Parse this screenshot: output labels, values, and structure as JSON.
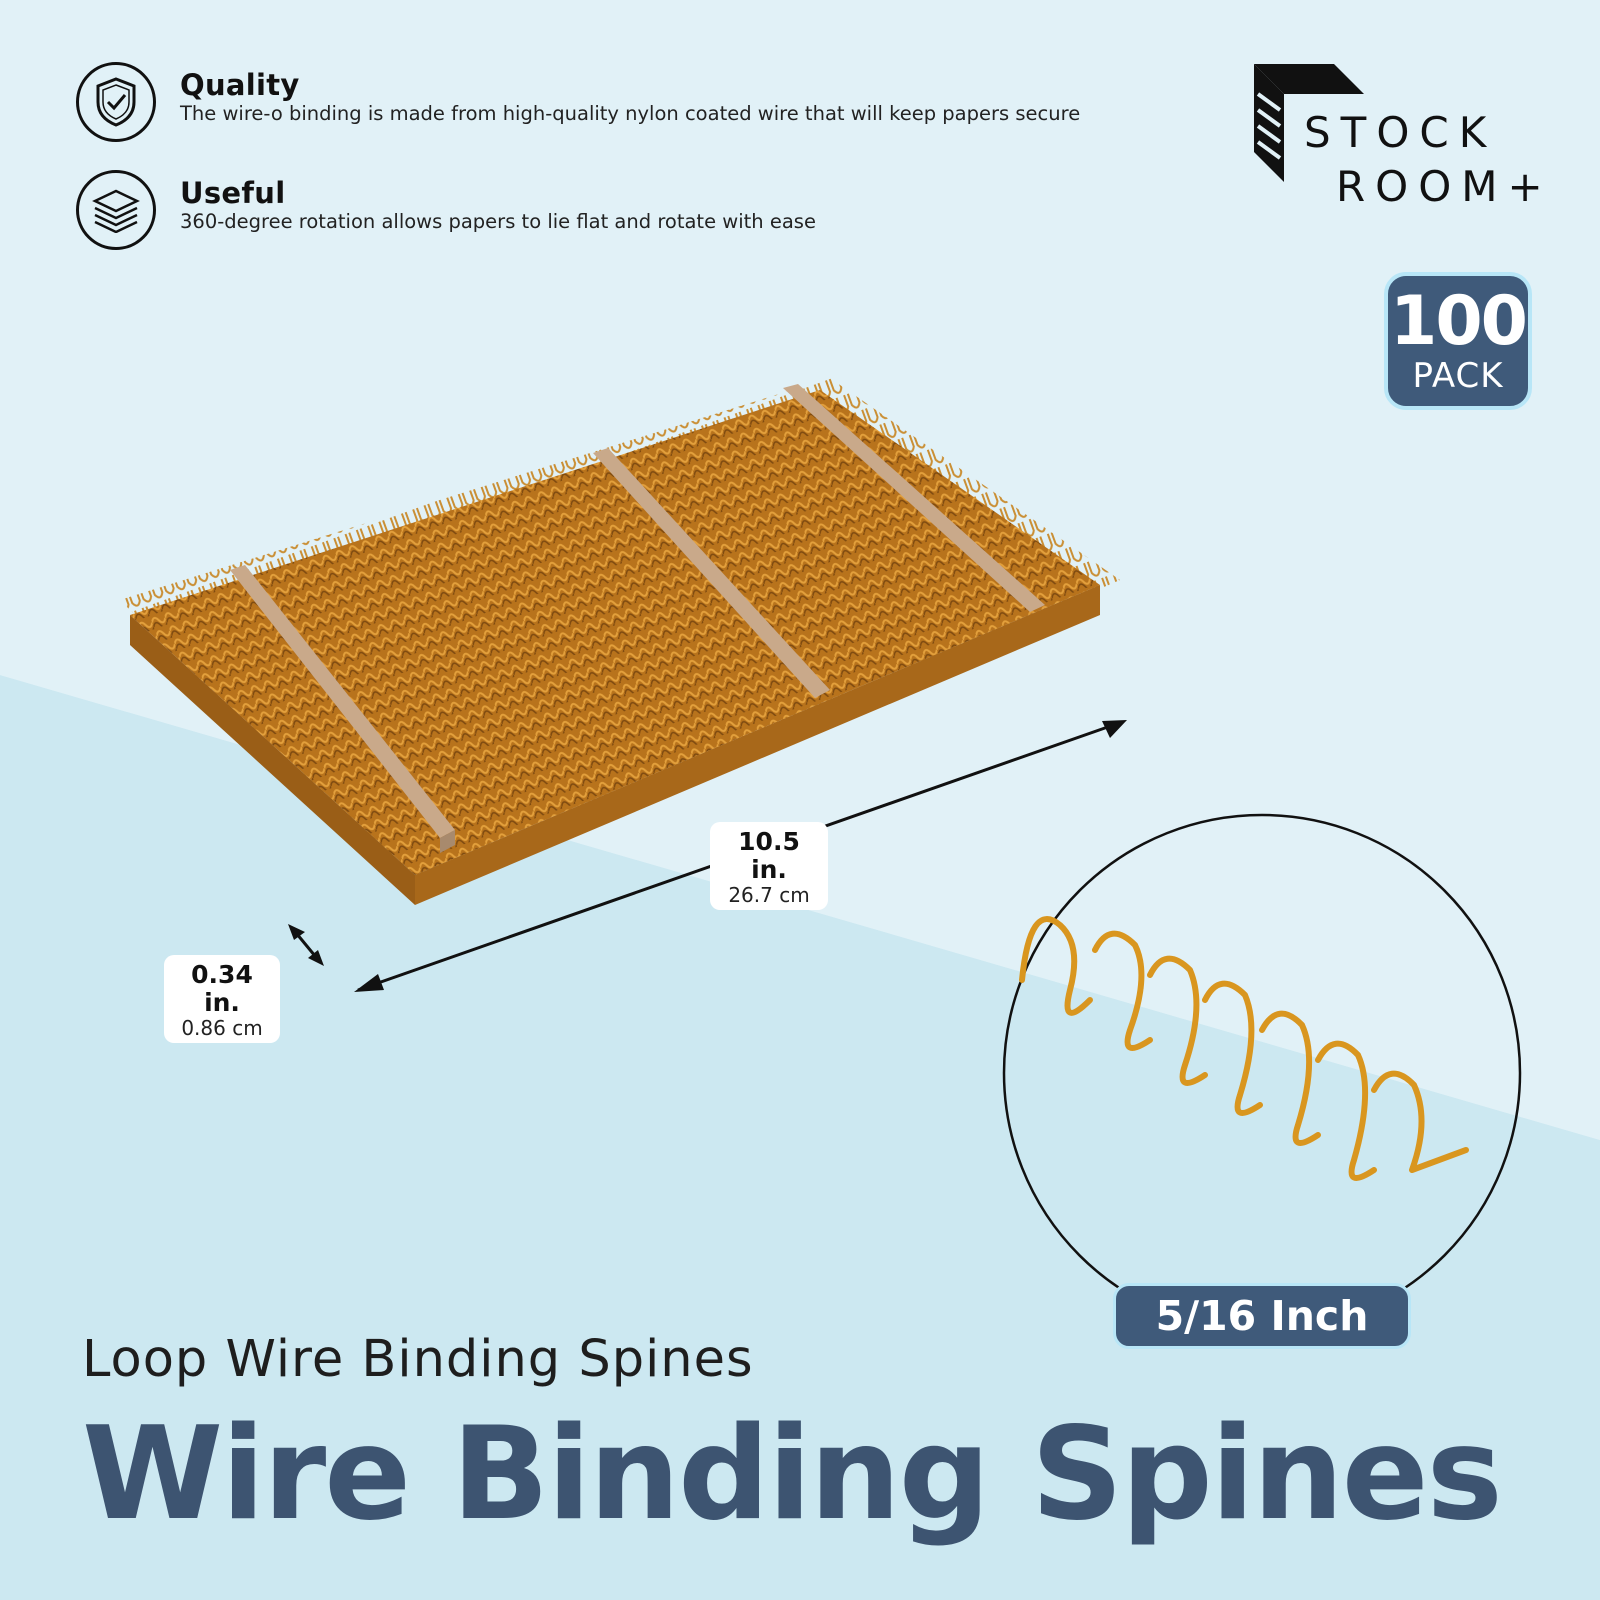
{
  "features": [
    {
      "icon": "shield-check-icon",
      "title": "Quality",
      "description": "The wire-o binding is made from high-quality nylon coated wire that will keep papers secure"
    },
    {
      "icon": "stacked-layers-icon",
      "title": "Useful",
      "description": "360-degree rotation allows papers to lie flat and rotate with ease"
    }
  ],
  "brand": {
    "line1": "STOCK",
    "line2": "ROOM+"
  },
  "pack": {
    "count": "100",
    "unit": "PACK"
  },
  "dimensions": {
    "length": {
      "inches": "10.5 in.",
      "cm": "26.7 cm"
    },
    "thickness": {
      "inches": "0.34 in.",
      "cm": "0.86 cm"
    }
  },
  "size_label": "5/16 Inch",
  "subtitle": "Loop Wire Binding Spines",
  "title": "Wire Binding Spines",
  "colors": {
    "background": "#dff0f6",
    "accent_navy": "#3d5471",
    "badge_border": "#b8e6f7",
    "wire_gold": "#c7841f"
  }
}
